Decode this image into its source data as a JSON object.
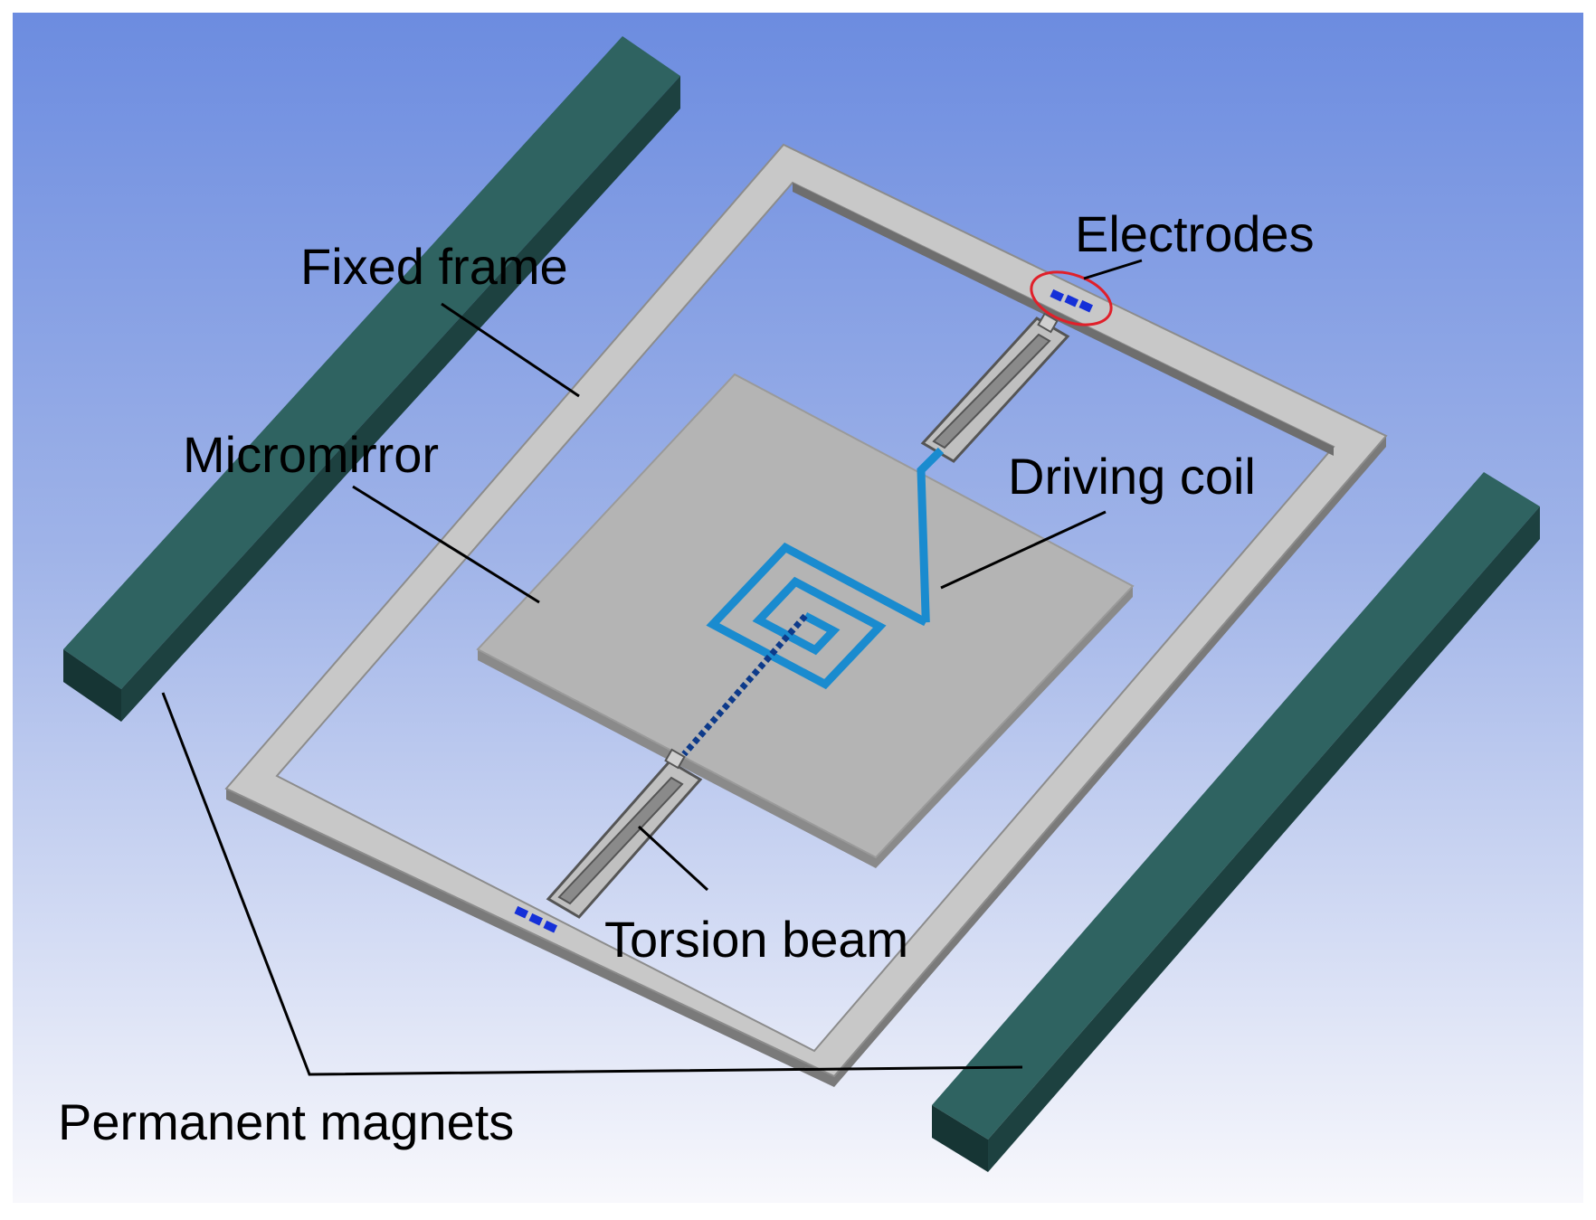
{
  "labels": {
    "electrodes": "Electrodes",
    "fixed_frame": "Fixed frame",
    "micromirror": "Micromirror",
    "driving_coil": "Driving coil",
    "torsion_beam": "Torsion beam",
    "permanent_magnets": "Permanent magnets"
  },
  "colors": {
    "background_top": "#6c8ce0",
    "background_bottom": "#f8f8fc",
    "magnet_top": "#2f6361",
    "magnet_side": "#1d4140",
    "magnet_end": "#163534",
    "frame": "#c8c8c8",
    "frame_edge": "#7a7a7a",
    "mirror": "#b4b4b4",
    "coil": "#1a8bcf",
    "electrode": "#1530d8",
    "highlight_ellipse": "#e0202a",
    "leader_line": "#000000"
  },
  "icons": {
    "magnet": "rectangular-bar-magnet-icon",
    "electrode": "electrode-pad-icon"
  }
}
